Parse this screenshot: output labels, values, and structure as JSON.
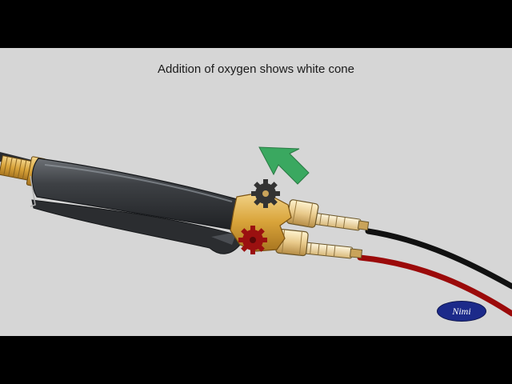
{
  "caption": "Addition of oxygen shows white cone",
  "logo": {
    "text": "Nimi"
  },
  "colors": {
    "background": "#d6d6d6",
    "letterbox": "#000000",
    "torch_body": "#3b3e42",
    "brass": "#d9a43a",
    "arrow": "#3aa860",
    "acetylene_valve": "#9b1010",
    "oxygen_valve": "#333333",
    "acetylene_hose": "#9b0a0a",
    "oxygen_hose": "#111111"
  },
  "icons": [
    "down-left-arrow-icon",
    "oxygen-valve-knob",
    "acetylene-valve-knob"
  ]
}
